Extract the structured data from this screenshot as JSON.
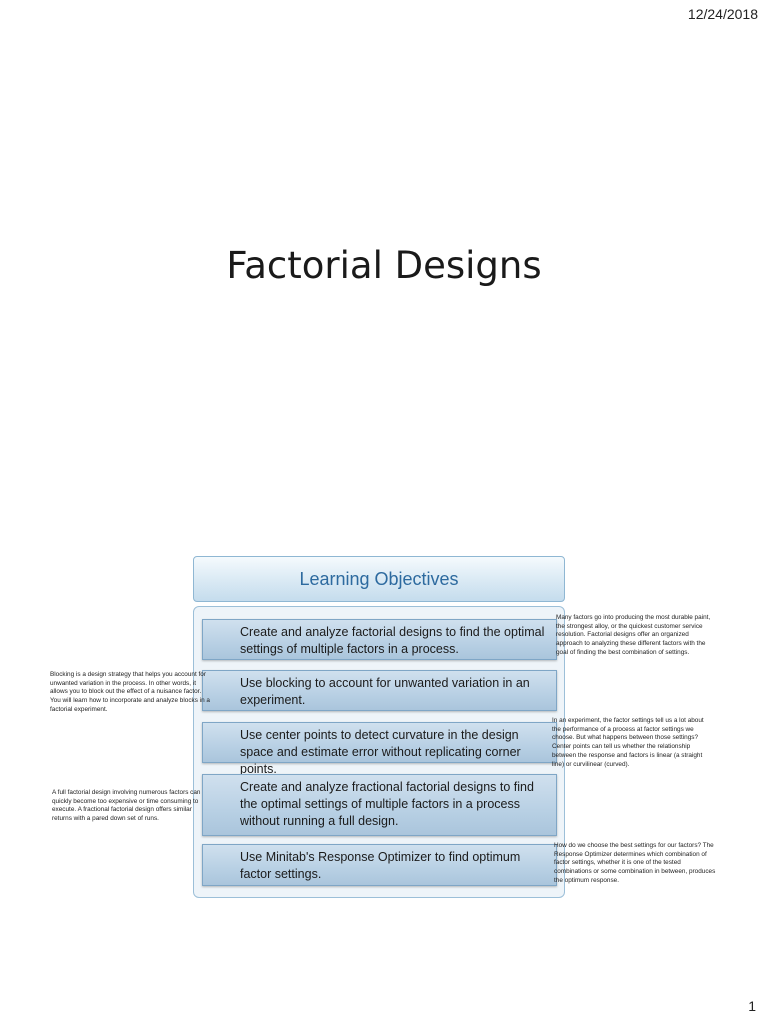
{
  "header": {
    "date": "12/24/2018"
  },
  "slide": {
    "title": "Factorial Designs"
  },
  "learning_objectives": {
    "title": "Learning Objectives",
    "items": [
      "Create and analyze factorial designs to find the optimal settings of multiple factors in a process.",
      "Use blocking to account for unwanted variation in an experiment.",
      "Use center points to detect curvature in the design space and estimate error without replicating corner points.",
      "Create and analyze fractional factorial designs to find the optimal settings of multiple factors in a process without running a full design.",
      "Use Minitab's Response Optimizer to find optimum factor settings."
    ]
  },
  "notes": [
    "Many factors go into producing the most durable paint, the strongest alloy, or the quickest customer service resolution. Factorial designs offer an organized approach to analyzing these different factors with the goal of finding the best combination of settings.",
    "Blocking is a design strategy that helps you account for unwanted variation in the process. In other words, it allows you to block out the effect of a nuisance factor. You will learn how to incorporate and analyze blocks in a factorial experiment.",
    "In an experiment, the factor settings tell us a lot about the performance of a process at factor settings we choose. But what happens between those settings? Center points can tell us whether the relationship between the response and factors is linear (a straight line) or curvilinear (curved).",
    "A full factorial design involving numerous factors can quickly become too expensive or time consuming to execute. A fractional factorial design offers similar returns with a pared down set of runs.",
    "How do we choose the best settings for our factors? The Response Optimizer determines which combination of factor settings, whether it is one of the tested combinations or some combination in between, produces the optimum response."
  ],
  "footer": {
    "page_number": "1"
  }
}
